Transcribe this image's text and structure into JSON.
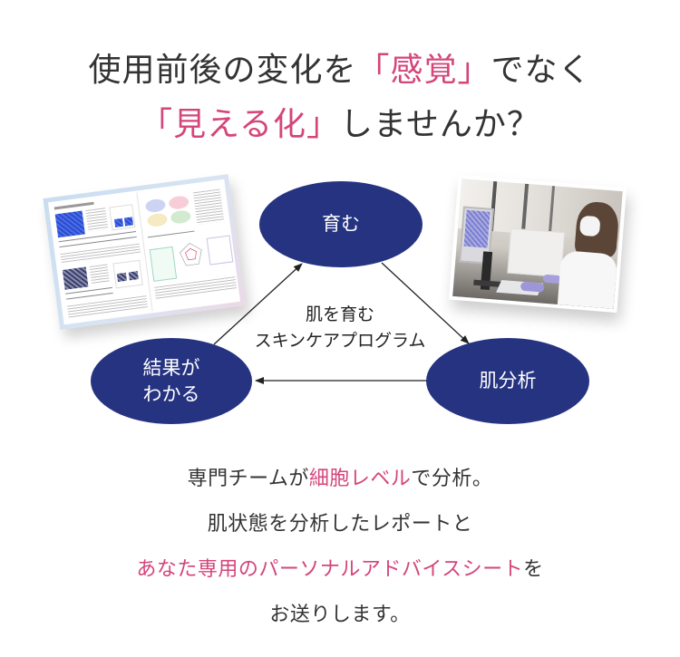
{
  "headline": {
    "line1": {
      "before": "使用前後の変化を",
      "highlight": "「感覚」",
      "after": "でなく"
    },
    "line2": {
      "highlight": "「見える化」",
      "after": "しませんか？"
    }
  },
  "diagram": {
    "nodes": {
      "top": "育む",
      "left_line1": "結果が",
      "left_line2": "わかる",
      "right": "肌分析"
    },
    "center_label": {
      "line1": "肌を育む",
      "line2": "スキンケアプログラム"
    },
    "node_color": "#263381"
  },
  "images": {
    "report": "analysis-report-sheet",
    "photo": "lab-technician-microscope"
  },
  "body": {
    "line1": {
      "before": "専門チームが",
      "highlight": "細胞レベル",
      "after": "で分析。"
    },
    "line2": "肌状態を分析したレポートと",
    "line3": {
      "highlight": "あなた専用のパーソナルアドバイスシート",
      "after": "を"
    },
    "line4": "お送りします。"
  },
  "colors": {
    "accent_pink": "#d4457a",
    "text_dark": "#333333"
  }
}
